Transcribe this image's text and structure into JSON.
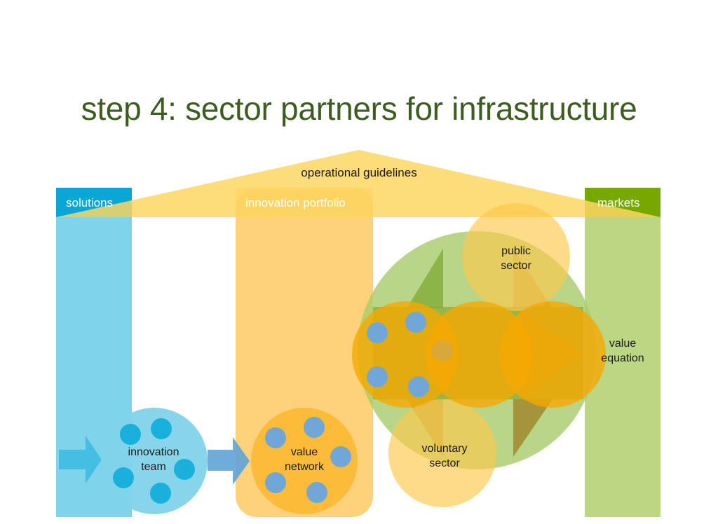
{
  "title": "step 4: sector partners for infrastructure",
  "roof": {
    "label": "operational guidelines"
  },
  "columns": {
    "solutions": {
      "label": "solutions",
      "header_color": "#0aa6d6",
      "body_color": "#7fd3ea"
    },
    "innovation_portfolio": {
      "label": "innovation portfolio",
      "color": "#fdd27a"
    },
    "markets": {
      "label": "markets",
      "header_color": "#77a800",
      "body_color": "#bcd684"
    }
  },
  "nodes": {
    "innovation_team": {
      "line1": "innovation",
      "line2": "team"
    },
    "value_network": {
      "line1": "value",
      "line2": "network"
    },
    "public_sector": {
      "line1": "public",
      "line2": "sector"
    },
    "voluntary_sector": {
      "line1": "voluntary",
      "line2": "sector"
    },
    "value_equation": {
      "line1": "value",
      "line2": "equation"
    }
  },
  "colors": {
    "title": "#3d5c1f",
    "roof": "#fddc72",
    "green_circle": "#a8cc6a",
    "orange_circle": "#f7a800",
    "blue_dot": "#6fa7d8",
    "team_dot": "#1ab0dc",
    "arrow_blue": "#5fa3d8"
  }
}
